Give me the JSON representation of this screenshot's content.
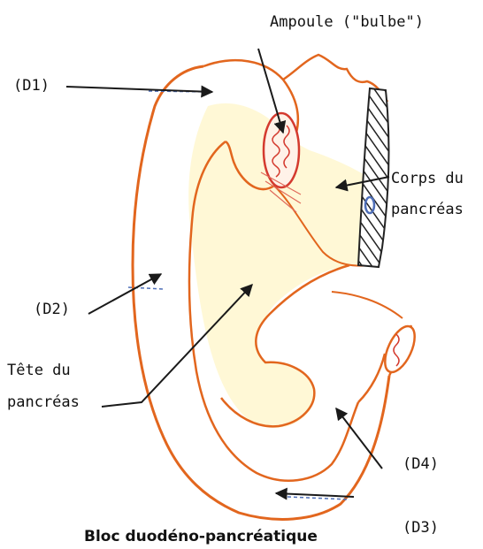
{
  "labels": {
    "ampoule": "Ampoule (\"bulbe\")",
    "d1": "(D1)",
    "d2": "(D2)",
    "d3": "(D3)",
    "d4": "(D4)",
    "corps_line1": "Corps du",
    "corps_line2": "pancréas",
    "tete_line1": "Tête du",
    "tete_line2": "pancréas"
  },
  "caption": "Bloc duodéno-pancréatique",
  "colors": {
    "outline": "#e2661e",
    "fill": "#fff8d6",
    "arrow": "#1a1a1a",
    "hatch": "#222222",
    "hatch_bg": "#ffffff",
    "ampoule_red": "#d43a2f",
    "pencil_blue": "#4f6fb8"
  }
}
